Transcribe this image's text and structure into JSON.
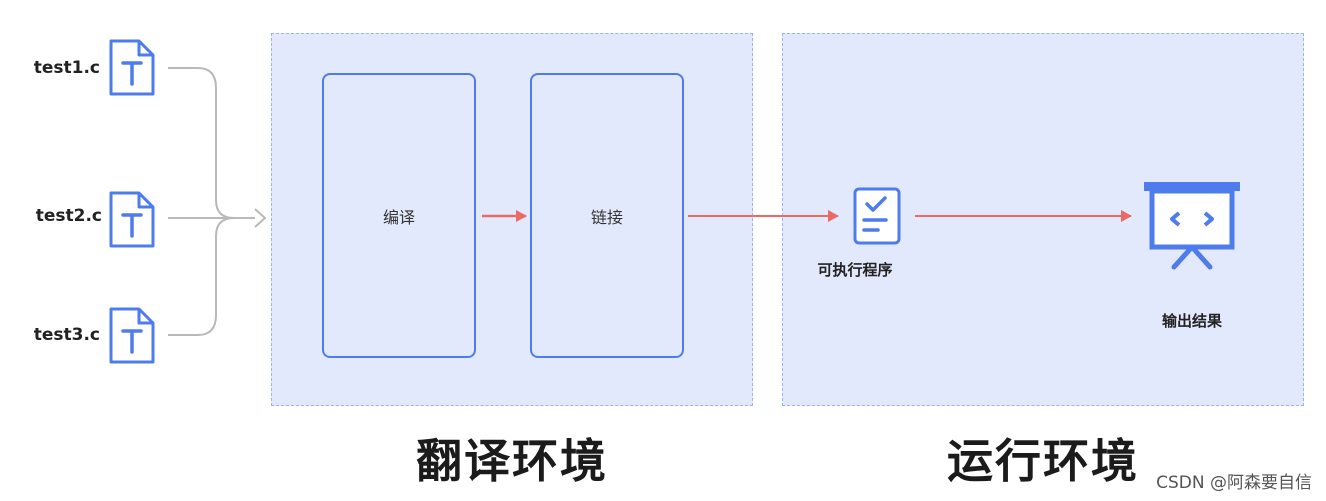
{
  "files": [
    {
      "name": "test1.c",
      "icon": "text-file-icon"
    },
    {
      "name": "test2.c",
      "icon": "text-file-icon"
    },
    {
      "name": "test3.c",
      "icon": "text-file-icon"
    }
  ],
  "translation_env": {
    "title": "翻译环境",
    "compile_label": "编译",
    "link_label": "链接"
  },
  "runtime_env": {
    "title": "运行环境",
    "executable_label": "可执行程序",
    "output_label": "输出结果"
  },
  "watermark": "CSDN @阿森要自信",
  "colors": {
    "region_fill": "#e3e9fc",
    "region_border": "#9cb3ef",
    "box_border": "#4e7cec",
    "icon_blue": "#4e7cec",
    "arrow_red": "#ea6b66",
    "connector_gray": "#b9b9b9"
  },
  "icons": [
    "text-file-icon",
    "checklist-document-icon",
    "presentation-screen-icon"
  ]
}
